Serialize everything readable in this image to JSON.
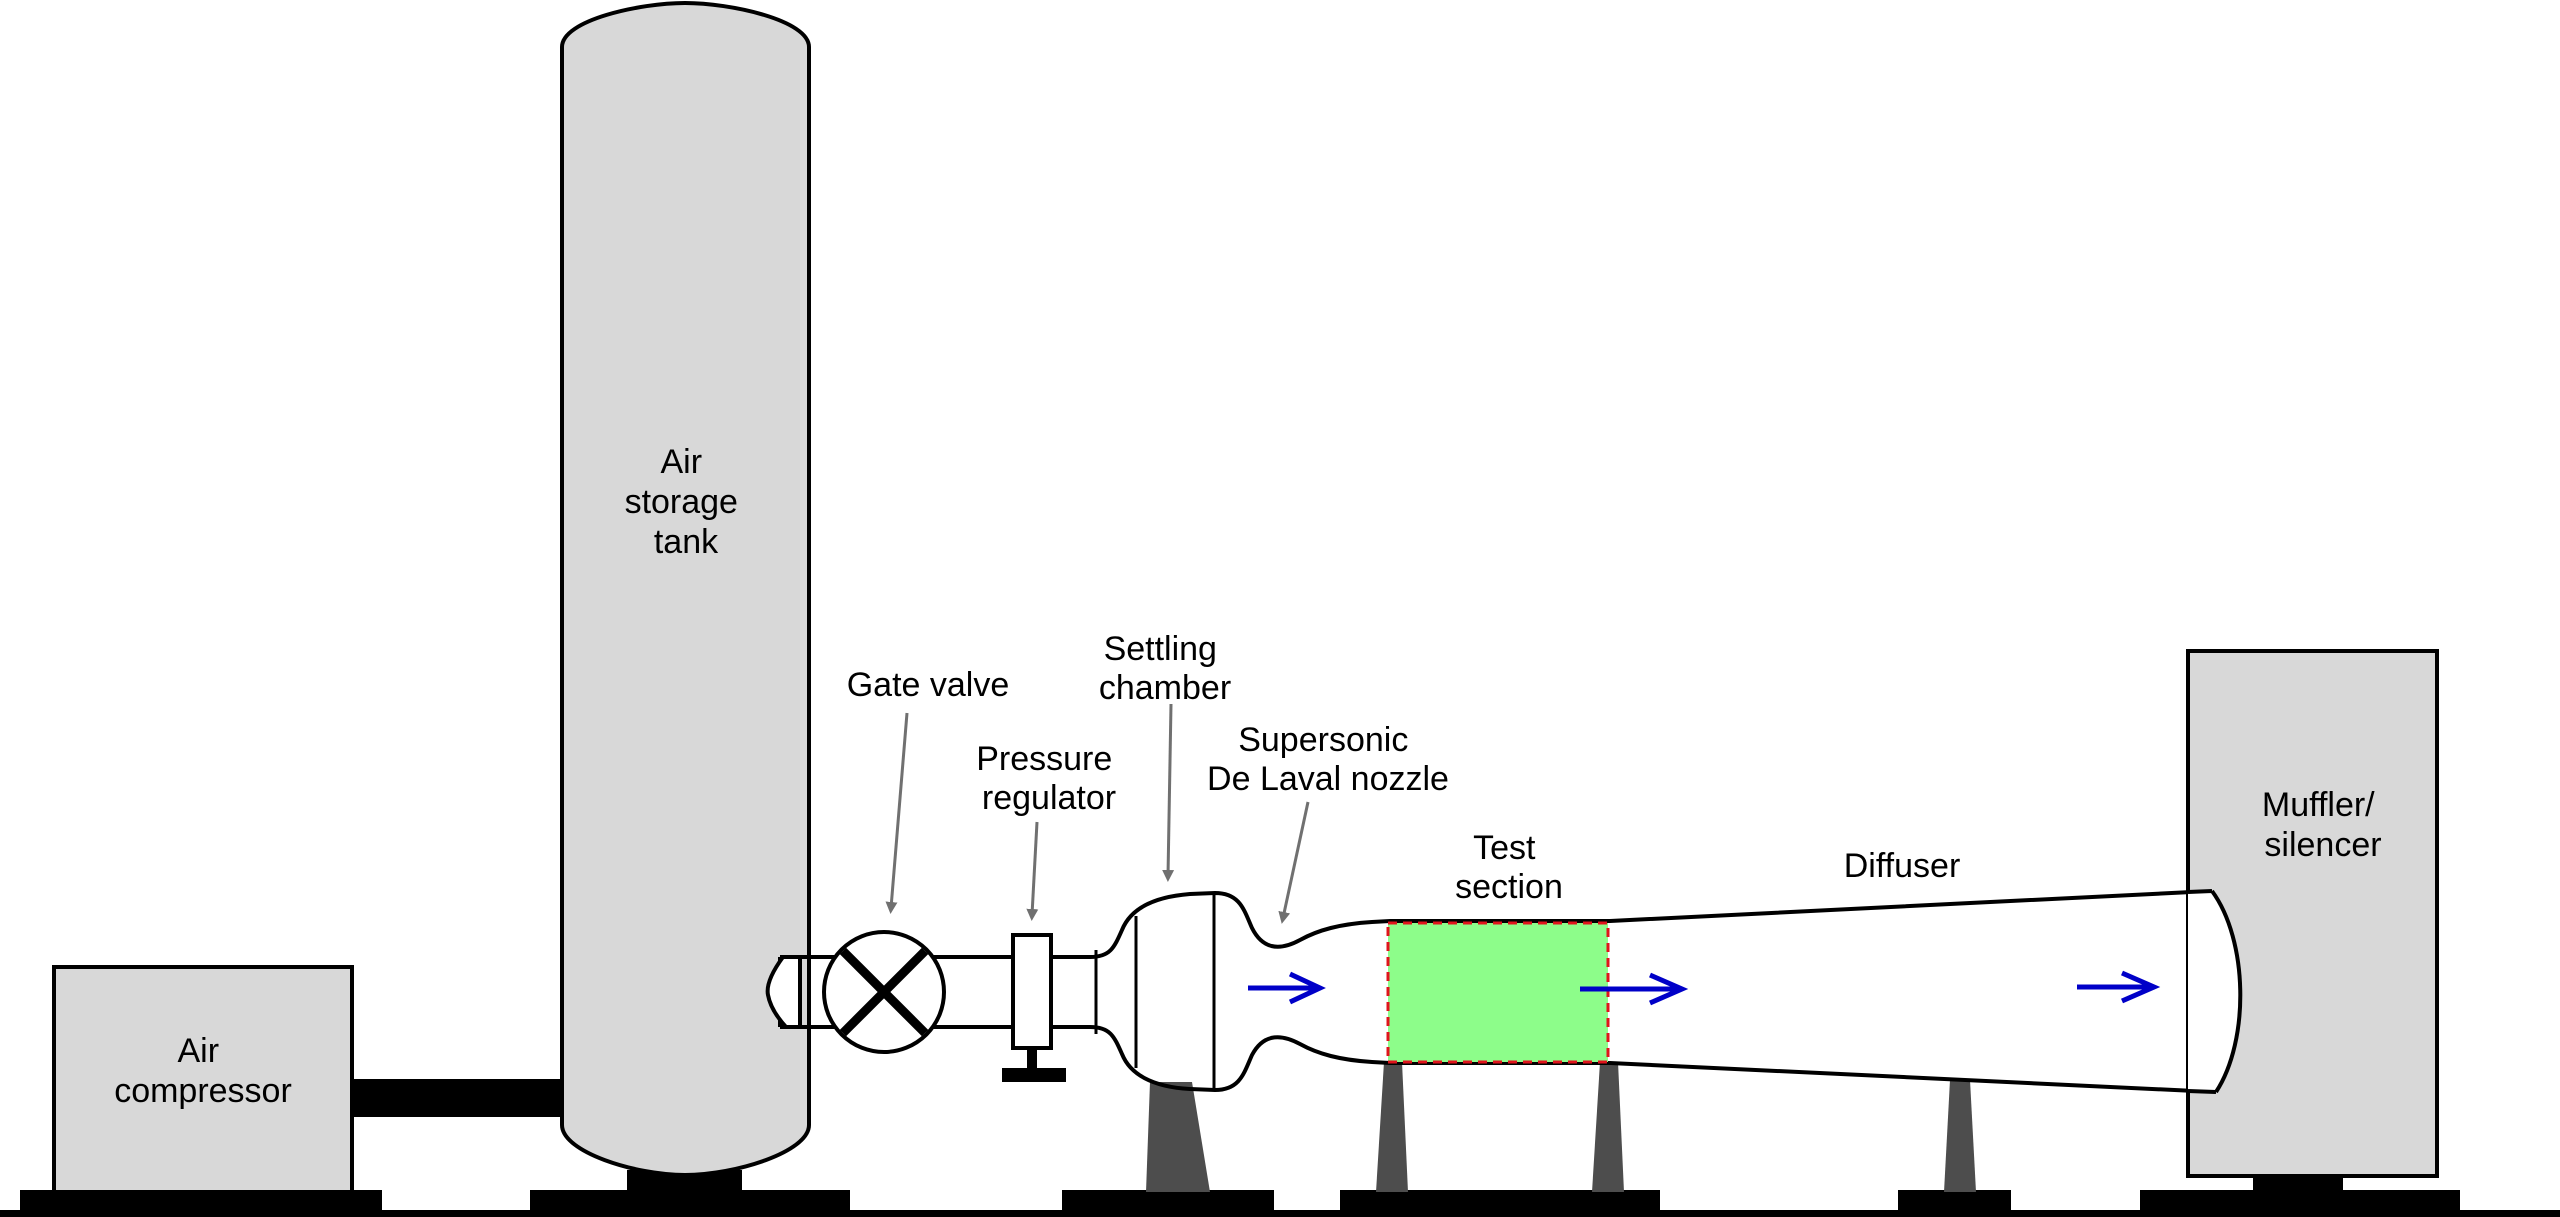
{
  "labels": {
    "air_storage_tank": [
      "Air",
      "storage",
      "tank"
    ],
    "air_compressor": [
      "Air",
      "compressor"
    ],
    "gate_valve": "Gate valve",
    "pressure_regulator": [
      "Pressure",
      "regulator"
    ],
    "settling_chamber": [
      "Settling",
      "chamber"
    ],
    "nozzle": [
      "Supersonic",
      "De Laval nozzle"
    ],
    "test_section": [
      "Test",
      "section"
    ],
    "diffuser": "Diffuser",
    "muffler": [
      "Muffler/",
      "silencer"
    ]
  },
  "colors": {
    "equipment_fill": "#d8d8d8",
    "outline": "#000000",
    "stand": "#4d4d4d",
    "leader_line": "#707070",
    "flow_arrow": "#0000c8",
    "test_section_fill": "#8dfd8a",
    "test_section_border": "#e0141c"
  },
  "icons": {
    "gate_valve": "circle-with-x",
    "flow": "right-arrow"
  }
}
